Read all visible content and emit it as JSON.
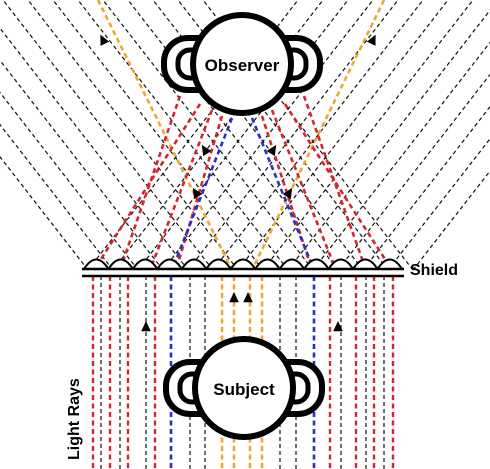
{
  "labels": {
    "observer": "Observer",
    "subject": "Subject",
    "shield": "Shield",
    "light_rays": "Light Rays"
  },
  "colors": {
    "black_ray": "#111111",
    "red_ray": "#d7262b",
    "orange_ray": "#f2a531",
    "blue_ray": "#2430c8",
    "outline": "#000000",
    "background": "#ffffff"
  },
  "icons": [
    "observer-head-icon",
    "subject-head-icon",
    "ray-direction-arrow-icon",
    "lens-bump-icon"
  ]
}
